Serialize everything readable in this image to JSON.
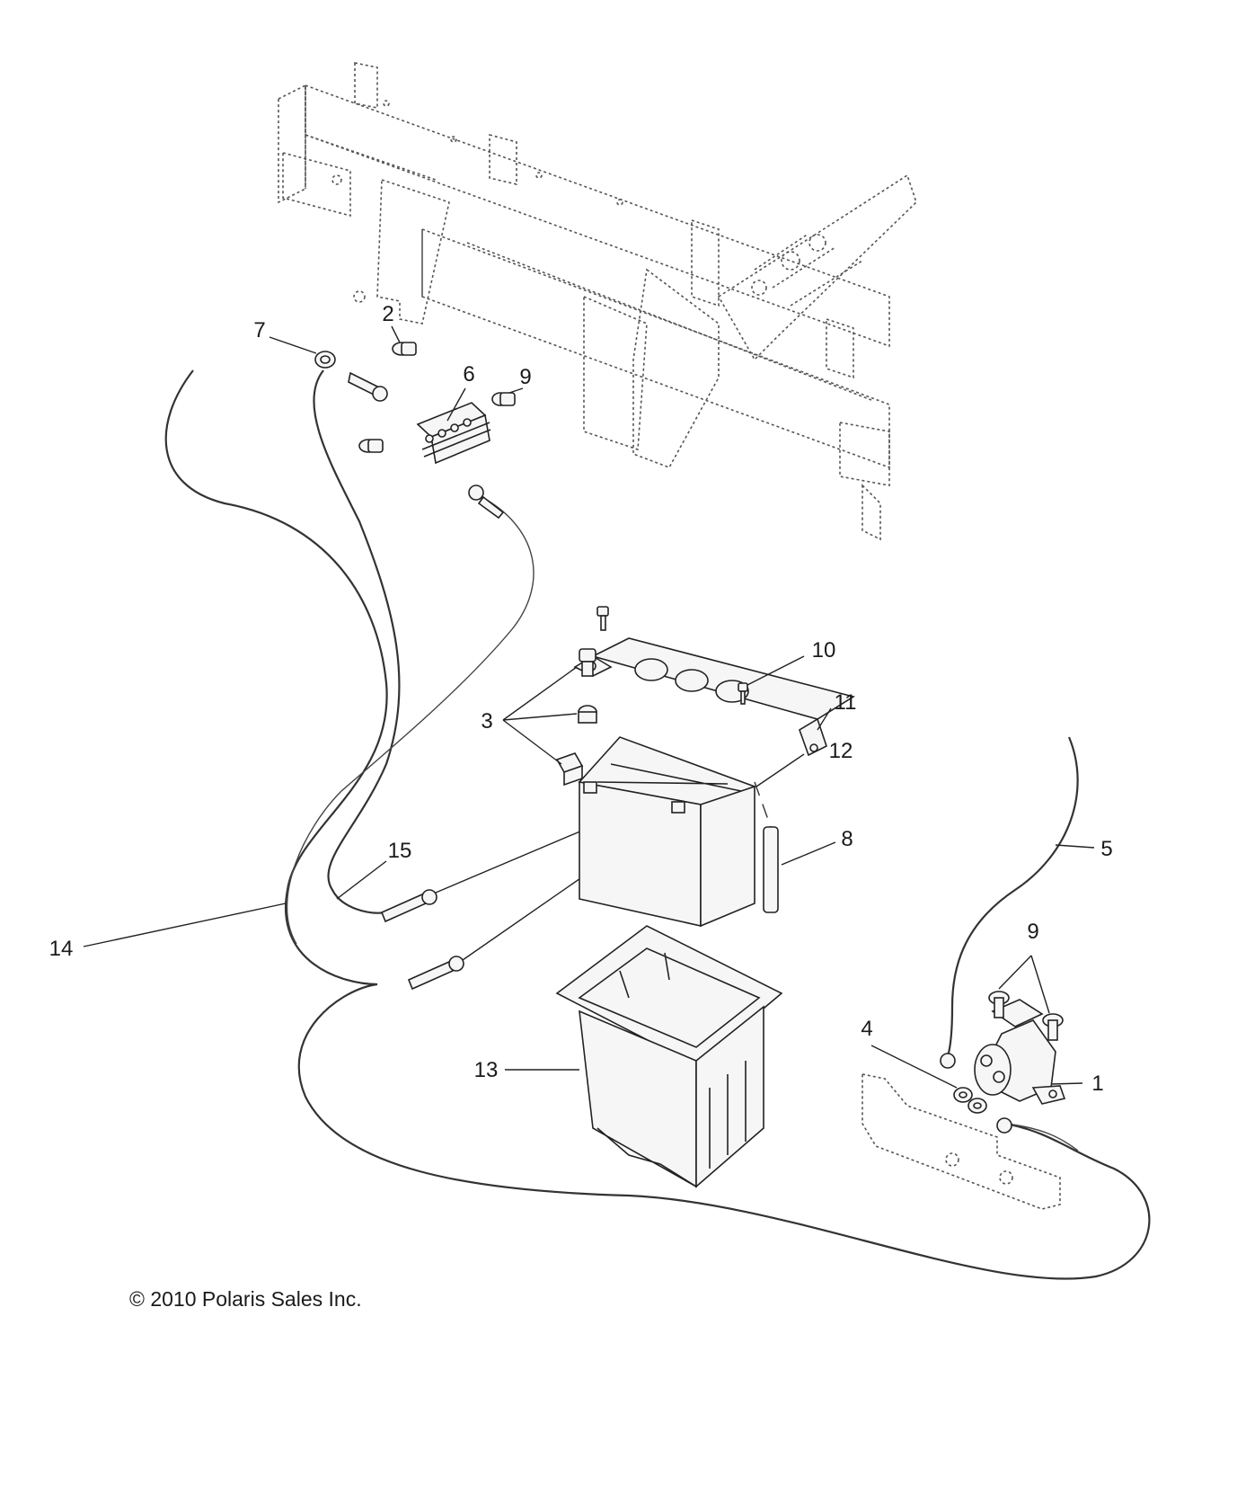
{
  "callouts": {
    "c1": "1",
    "c2": "2",
    "c3": "3",
    "c4": "4",
    "c5": "5",
    "c6": "6",
    "c7": "7",
    "c8": "8",
    "c9a": "9",
    "c9b": "9",
    "c10": "10",
    "c11": "11",
    "c12": "12",
    "c13": "13",
    "c14": "14",
    "c15": "15"
  },
  "copyright": "© 2010 Polaris Sales Inc.",
  "parts_depicted": [
    "frame-crossmember",
    "battery",
    "battery-box",
    "battery-hold-down-bracket",
    "starter-solenoid",
    "solenoid-mount-bracket",
    "fuse-terminal-block",
    "battery-cable-14",
    "battery-cable-15",
    "cable-5",
    "vent-tube",
    "hardware-bolts-nuts"
  ]
}
